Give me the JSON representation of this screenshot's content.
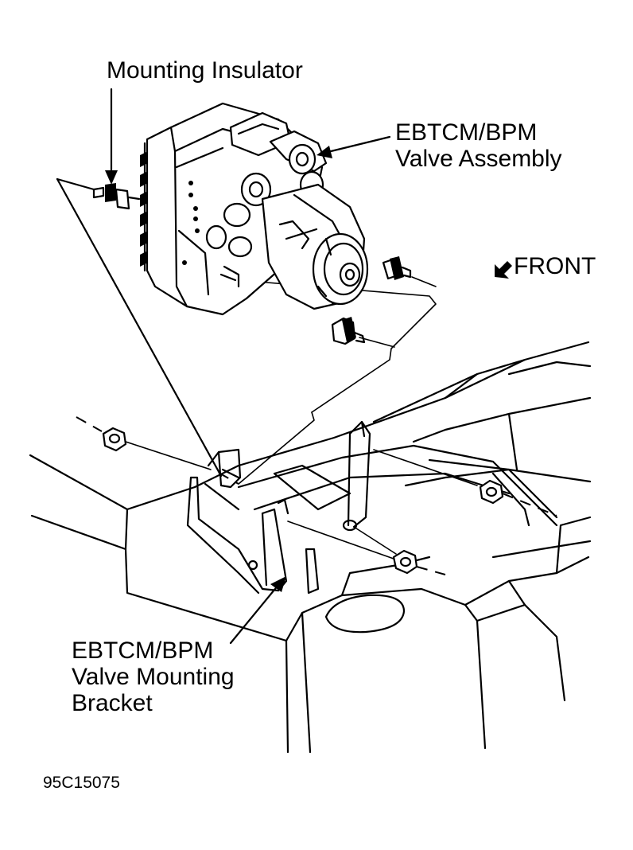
{
  "labels": {
    "mounting_insulator": "Mounting Insulator",
    "valve_assembly": [
      "EBTCM/BPM",
      "Valve Assembly"
    ],
    "front": "FRONT",
    "bracket": [
      "EBTCM/BPM",
      "Valve Mounting",
      "Bracket"
    ],
    "figure_code": "95C15075"
  },
  "icons": {
    "front_arrow": "arrow-down-left-icon"
  },
  "colors": {
    "ink": "#000000",
    "paper": "#ffffff"
  }
}
